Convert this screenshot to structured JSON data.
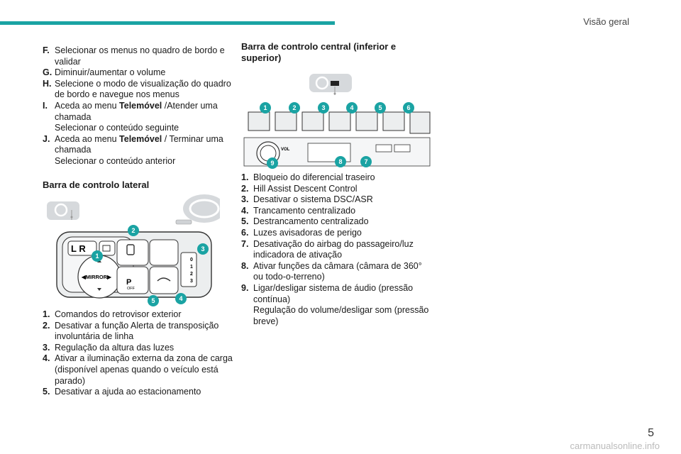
{
  "header": {
    "section": "Visão geral"
  },
  "left_list": [
    {
      "key": "F.",
      "lines": [
        "Selecionar os menus no quadro de bordo e validar"
      ]
    },
    {
      "key": "G.",
      "lines": [
        "Diminuir/aumentar o volume"
      ]
    },
    {
      "key": "H.",
      "lines": [
        " Selecione o modo de visualização do quadro de bordo e navegue nos menus"
      ]
    },
    {
      "key": "I.",
      "pre": "Aceda ao menu ",
      "bold": "Telemóvel",
      "post": " /Atender uma chamada",
      "extra": "Selecionar o conteúdo seguinte"
    },
    {
      "key": "J.",
      "pre": "Aceda ao menu ",
      "bold": "Telemóvel",
      "post": " / Terminar uma chamada",
      "extra": "Selecionar o conteúdo anterior"
    }
  ],
  "lateral": {
    "heading": "Barra de controlo lateral",
    "figure_labels": {
      "lr": "L  R",
      "mirror": "◀MIRROR▶",
      "p": "P",
      "off": "OFF",
      "callouts": [
        "1",
        "2",
        "3",
        "4",
        "5"
      ],
      "scale": [
        "0",
        "1",
        "2",
        "3"
      ]
    },
    "items": [
      {
        "n": "1.",
        "text": "Comandos do retrovisor exterior"
      },
      {
        "n": "2.",
        "text": "Desativar a função Alerta de transposição involuntária de linha"
      },
      {
        "n": "3.",
        "text": "Regulação da altura das luzes"
      },
      {
        "n": "4.",
        "text": "Ativar a iluminação externa da zona de carga (disponível apenas quando o veículo está parado)"
      },
      {
        "n": "5.",
        "text": "Desativar a ajuda ao estacionamento"
      }
    ]
  },
  "central": {
    "heading": "Barra de controlo central (inferior e superior)",
    "figure_labels": {
      "vol": "VOL",
      "callouts": [
        "1",
        "2",
        "3",
        "4",
        "5",
        "6",
        "7",
        "8",
        "9"
      ]
    },
    "items": [
      {
        "n": "1.",
        "text": "Bloqueio do diferencial traseiro"
      },
      {
        "n": "2.",
        "text": "Hill Assist Descent Control"
      },
      {
        "n": "3.",
        "text": "Desativar o sistema DSC/ASR"
      },
      {
        "n": "4.",
        "text": "Trancamento centralizado"
      },
      {
        "n": "5.",
        "text": "Destrancamento centralizado"
      },
      {
        "n": "6.",
        "text": "Luzes avisadoras de perigo"
      },
      {
        "n": "7.",
        "text": "Desativação do airbag do passageiro/luz indicadora de ativação"
      },
      {
        "n": "8.",
        "text": "Ativar funções da câmara (câmara de 360° ou todo-o-terreno)"
      },
      {
        "n": "9.",
        "text": "Ligar/desligar sistema de áudio (pressão contínua)",
        "extra": "Regulação do volume/desligar som (pressão breve)"
      }
    ]
  },
  "footer": {
    "page": "5",
    "watermark": "carmanualsonline.info"
  },
  "colors": {
    "accent": "#1aa3a3"
  }
}
